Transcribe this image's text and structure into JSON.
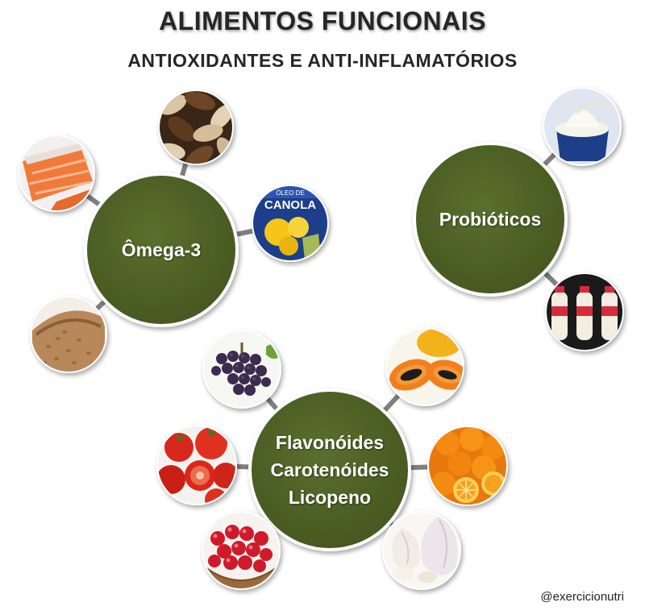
{
  "header": {
    "title": "ALIMENTOS FUNCIONAIS",
    "subtitle": "ANTIOXIDANTES  E ANTI-INFLAMATÓRIOS"
  },
  "hubs": {
    "omega3": {
      "label": "Ômega-3"
    },
    "probioticos": {
      "label": "Probióticos"
    },
    "antioxidantes": {
      "lines": [
        "Flavonóides",
        "Carotenóides",
        "Licopeno"
      ]
    }
  },
  "foods": {
    "omega3": [
      "salmon",
      "brazil-nuts",
      "canola-oil",
      "flaxseed"
    ],
    "probioticos": [
      "yogurt",
      "fermented-milk"
    ],
    "antioxidantes": [
      "grapes",
      "papaya",
      "tomatoes",
      "oranges",
      "acerola",
      "garlic"
    ]
  },
  "canola_label": {
    "top": "ÓLEO DE",
    "main": "CANOLA"
  },
  "credit": "@exercicionutri",
  "colors": {
    "hub_fill": "#4f6228",
    "hub_border": "#ffffff",
    "connector": "#7f7f7f",
    "text": "#262626"
  }
}
